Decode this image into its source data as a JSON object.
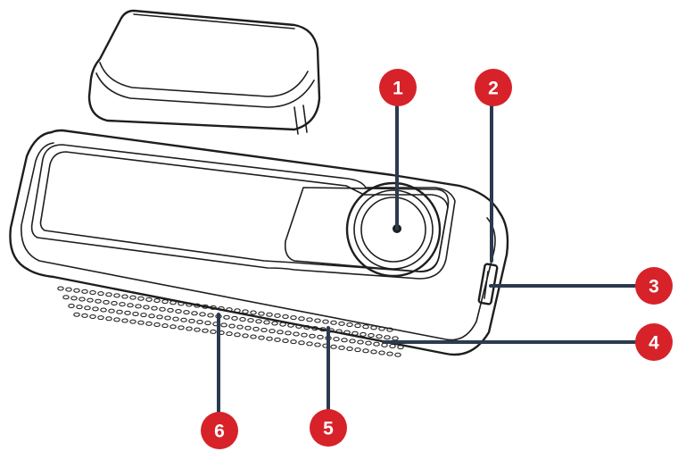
{
  "callouts": [
    {
      "id": 1,
      "label": "1",
      "color": "#d7222a"
    },
    {
      "id": 2,
      "label": "2",
      "color": "#d7222a"
    },
    {
      "id": 3,
      "label": "3",
      "color": "#d7222a"
    },
    {
      "id": 4,
      "label": "4",
      "color": "#d7222a"
    },
    {
      "id": 5,
      "label": "5",
      "color": "#d7222a"
    },
    {
      "id": 6,
      "label": "6",
      "color": "#d7222a"
    }
  ],
  "colors": {
    "callout": "#d7222a",
    "leader": "#2b3a4f",
    "outline": "#1e1e1e"
  }
}
